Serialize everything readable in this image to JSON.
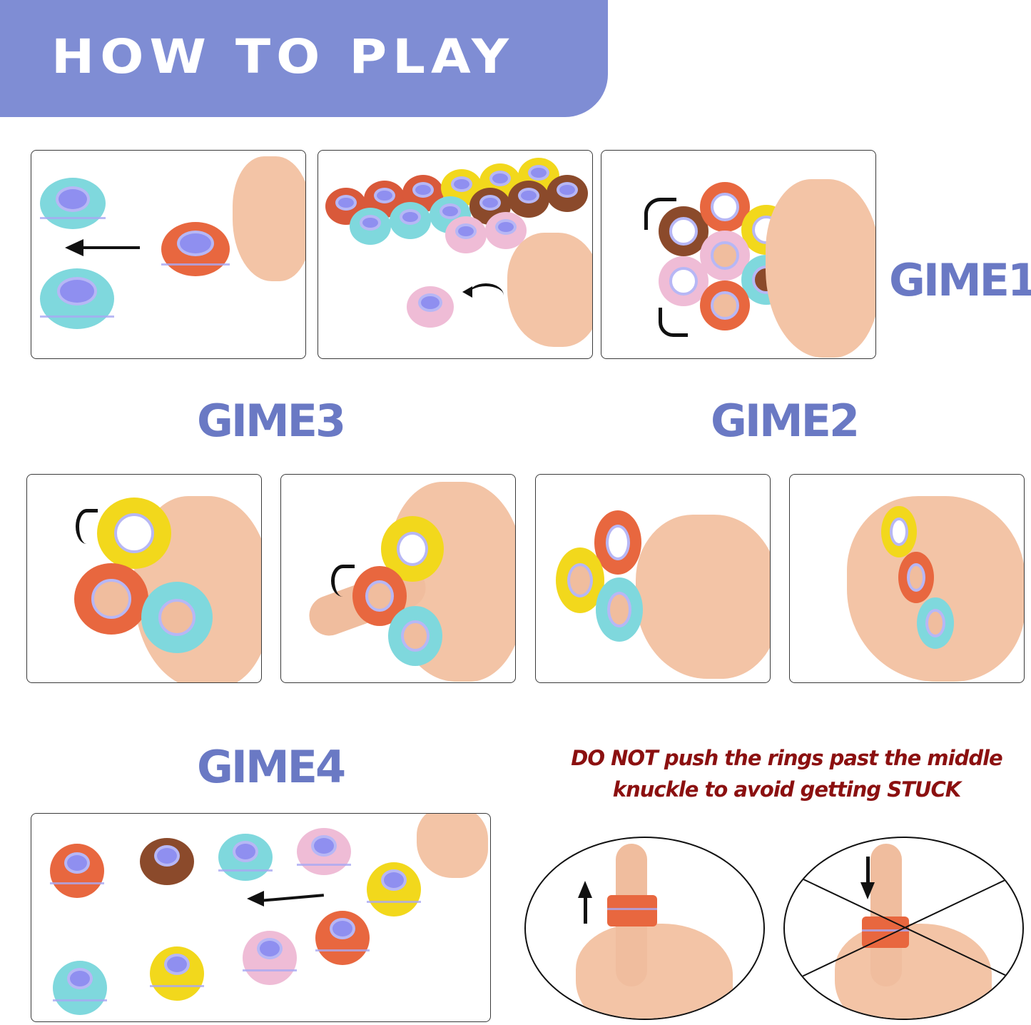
{
  "banner": {
    "title": "HOW TO PLAY",
    "color": "#7f8dd4"
  },
  "steps": [
    {
      "label": "GIME1",
      "panels": [
        "rings-on-table-arrow-left",
        "rings-sorted-pick-one",
        "spin-rings-on-hand"
      ]
    },
    {
      "label": "GIME2",
      "panels": [
        "three-rings-on-fingers",
        "rings-stacked-on-fingers"
      ]
    },
    {
      "label": "GIME3",
      "panels": [
        "yellow-ring-rotate-down",
        "rings-roll-down-finger"
      ]
    },
    {
      "label": "GIME4",
      "panels": [
        "rings-slide-across-table"
      ]
    }
  ],
  "warning": {
    "line1": "DO NOT push the rings past the middle",
    "line2": "knuckle to avoid getting STUCK",
    "color": "#8b1010"
  },
  "colors": {
    "accent": "#6a79c4",
    "ring_orange": "#e8673f",
    "ring_teal": "#7fd8dd",
    "ring_yellow": "#f2d81c",
    "ring_pink": "#efbcd6",
    "ring_brown": "#8b4a2b",
    "ring_inner": "#8f8ff0"
  },
  "icons": [
    "arrow-left-icon",
    "curved-arrow-icon",
    "arrow-up-icon",
    "arrow-down-icon",
    "prohibited-cross-icon"
  ]
}
